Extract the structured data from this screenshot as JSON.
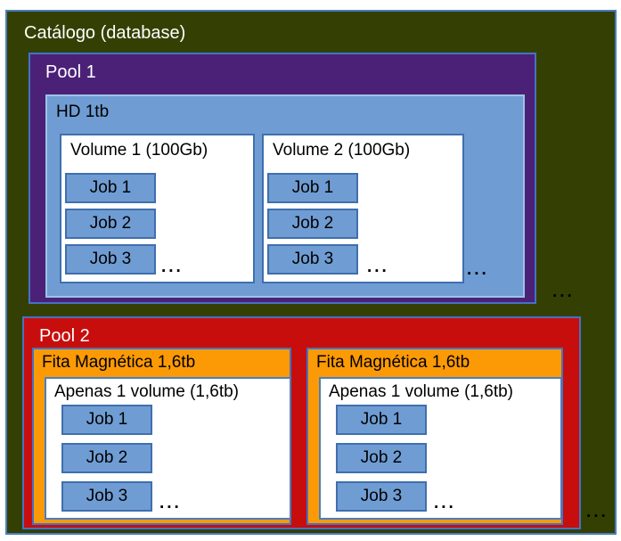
{
  "ellipsis": "...",
  "colors": {
    "catalog_green": "#344003",
    "pool1_purple": "#4b2178",
    "device_blue": "#6f9cd3",
    "pool2_red": "#c80d0d",
    "tape_orange": "#fc9a06",
    "border_blue": "#4472c4",
    "border_light_blue": "#9dc3e6",
    "volume_white": "#ffffff",
    "title_white": "#ffffff",
    "text_black": "#000000"
  },
  "catalog": {
    "title": "Catálogo (database)",
    "pool1": {
      "title": "Pool 1",
      "hd": {
        "title": "HD 1tb",
        "volumes": [
          {
            "title": "Volume 1 (100Gb)",
            "jobs": [
              "Job 1",
              "Job 2",
              "Job 3"
            ]
          },
          {
            "title": "Volume 2 (100Gb)",
            "jobs": [
              "Job 1",
              "Job 2",
              "Job 3"
            ]
          }
        ]
      }
    },
    "pool2": {
      "title": "Pool 2",
      "tapes": [
        {
          "title": "Fita Magnética 1,6tb",
          "volume": {
            "title": "Apenas 1 volume (1,6tb)",
            "jobs": [
              "Job 1",
              "Job 2",
              "Job 3"
            ]
          }
        },
        {
          "title": "Fita Magnética 1,6tb",
          "volume": {
            "title": "Apenas 1 volume (1,6tb)",
            "jobs": [
              "Job 1",
              "Job 2",
              "Job 3"
            ]
          }
        }
      ]
    }
  }
}
